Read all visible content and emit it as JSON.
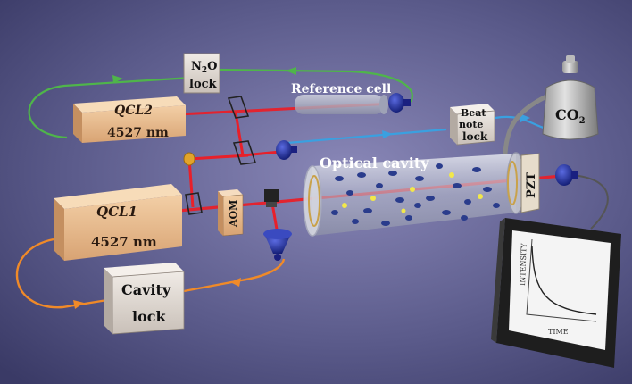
{
  "labels": {
    "qcl2_name": "QCL2",
    "qcl2_wavelength": "4527 nm",
    "qcl1_name": "QCL1",
    "qcl1_wavelength": "4527 nm",
    "n2o_top": "N",
    "n2o_sub": "2",
    "n2o_tail": "O",
    "n2o_lock": "lock",
    "reference_cell": "Reference cell",
    "beat_line1": "Beat",
    "beat_line2": "note",
    "beat_line3": "lock",
    "optical_cavity": "Optical cavity",
    "aom": "AOM",
    "pzt": "PZT",
    "co2_main": "CO",
    "co2_sub": "2",
    "cavity_line1": "Cavity",
    "cavity_line2": "lock",
    "monitor_ylabel": "INTENSITY",
    "monitor_xlabel": "TIME"
  },
  "colors": {
    "background": "#4a4a78",
    "laser_box": "#e8b88a",
    "laser_beam": "#e8202a",
    "green_loop": "#4fb54a",
    "blue_loop": "#3aa0e0",
    "orange_loop": "#f08a28",
    "detector": "#2030a0",
    "cavity_tube": "#c8ccd8",
    "molecule_blue": "#2a3c8c",
    "molecule_yellow": "#f2e84a",
    "lock_box": "#ddd6d0",
    "monitor": "#2c2c2c"
  }
}
